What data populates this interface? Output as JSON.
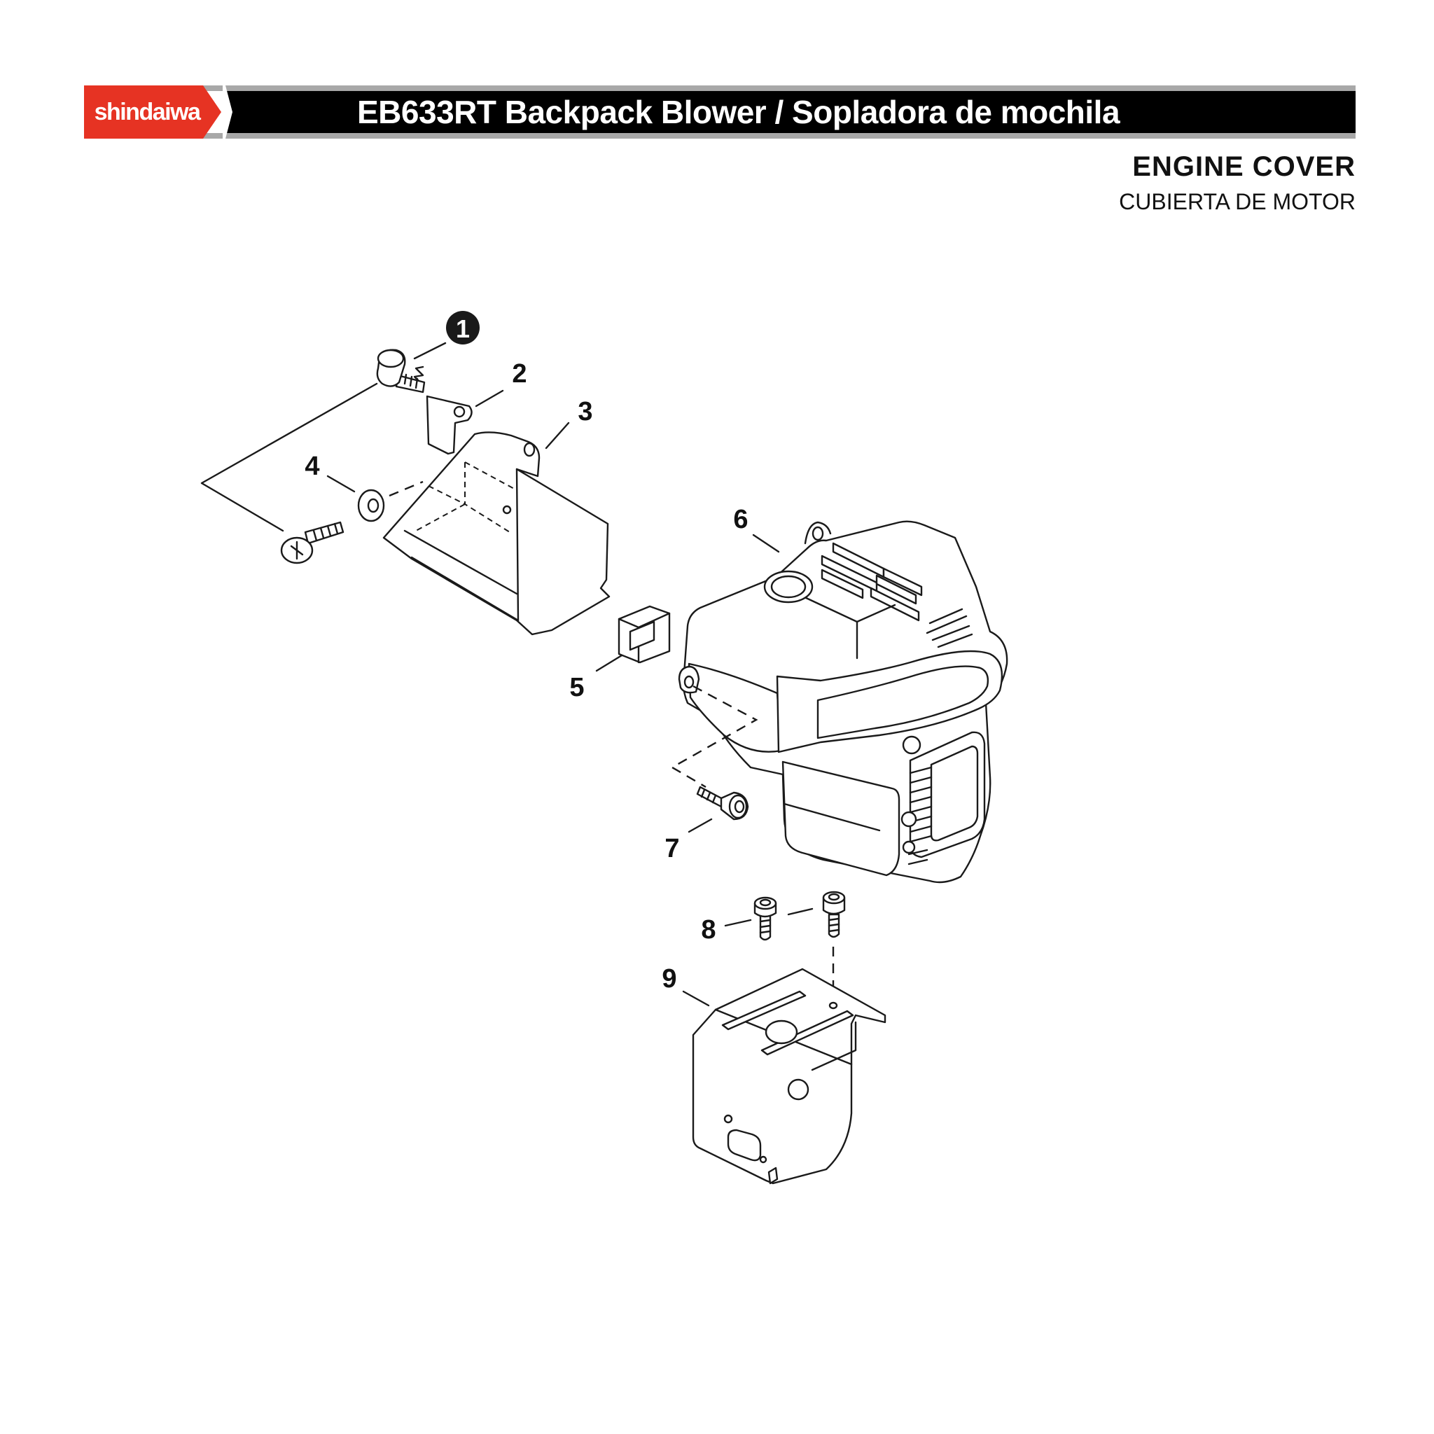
{
  "brand": {
    "logo_text": "shindaiwa",
    "accent_color": "#e63323"
  },
  "header": {
    "title": "EB633RT Backpack Blower / Sopladora de mochila"
  },
  "section": {
    "title_en": "ENGINE COVER",
    "title_es": "CUBIERTA DE MOTOR"
  },
  "parts": [
    {
      "ref": "1",
      "highlighted": true
    },
    {
      "ref": "2"
    },
    {
      "ref": "3"
    },
    {
      "ref": "4"
    },
    {
      "ref": "5"
    },
    {
      "ref": "6"
    },
    {
      "ref": "7"
    },
    {
      "ref": "8"
    },
    {
      "ref": "9"
    }
  ]
}
